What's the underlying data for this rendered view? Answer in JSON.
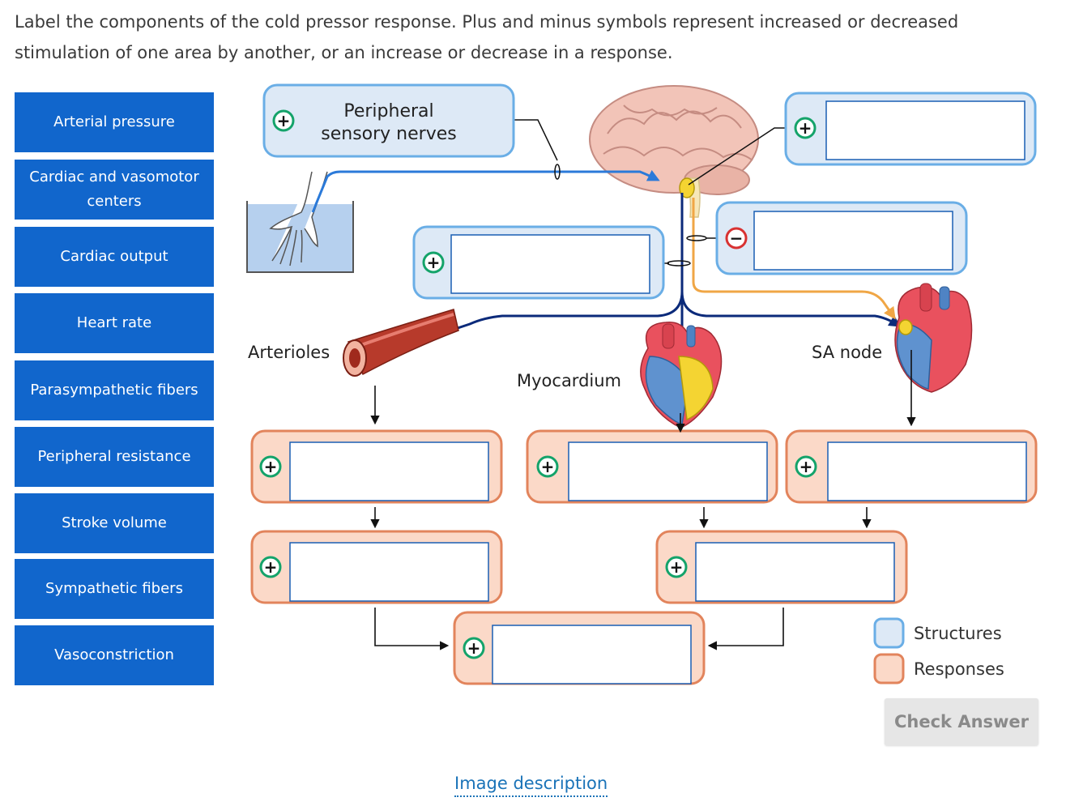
{
  "instructions": "Label the components of the cold pressor response. Plus and minus symbols represent increased or decreased stimulation of one area by another, or an increase or decrease in a response.",
  "labels": [
    "Arterial pressure",
    "Cardiac and vasomotor centers",
    "Cardiac output",
    "Heart rate",
    "Parasympathetic fibers",
    "Peripheral resistance",
    "Stroke volume",
    "Sympathetic fibers",
    "Vasoconstriction"
  ],
  "diagram": {
    "peripheral_nerves_line1": "Peripheral",
    "peripheral_nerves_line2": "sensory nerves",
    "arterioles": "Arterioles",
    "myocardium": "Myocardium",
    "sa_node": "SA node",
    "plus_sign": "+",
    "minus_sign": "−"
  },
  "legend": {
    "structures": "Structures",
    "responses": "Responses"
  },
  "colors": {
    "label_button": "#1166cc",
    "structure_fill": "#dde9f6",
    "structure_border": "#6aaee6",
    "response_fill": "#fbd9c8",
    "response_border": "#e2845c",
    "plus_green": "#14a36a",
    "minus_red": "#d83232",
    "sympathetic_line": "#0b2a7a",
    "parasympathetic_line": "#f0a645",
    "sensory_line": "#2b7ad9"
  },
  "check_answer": "Check Answer",
  "image_description": "Image description"
}
